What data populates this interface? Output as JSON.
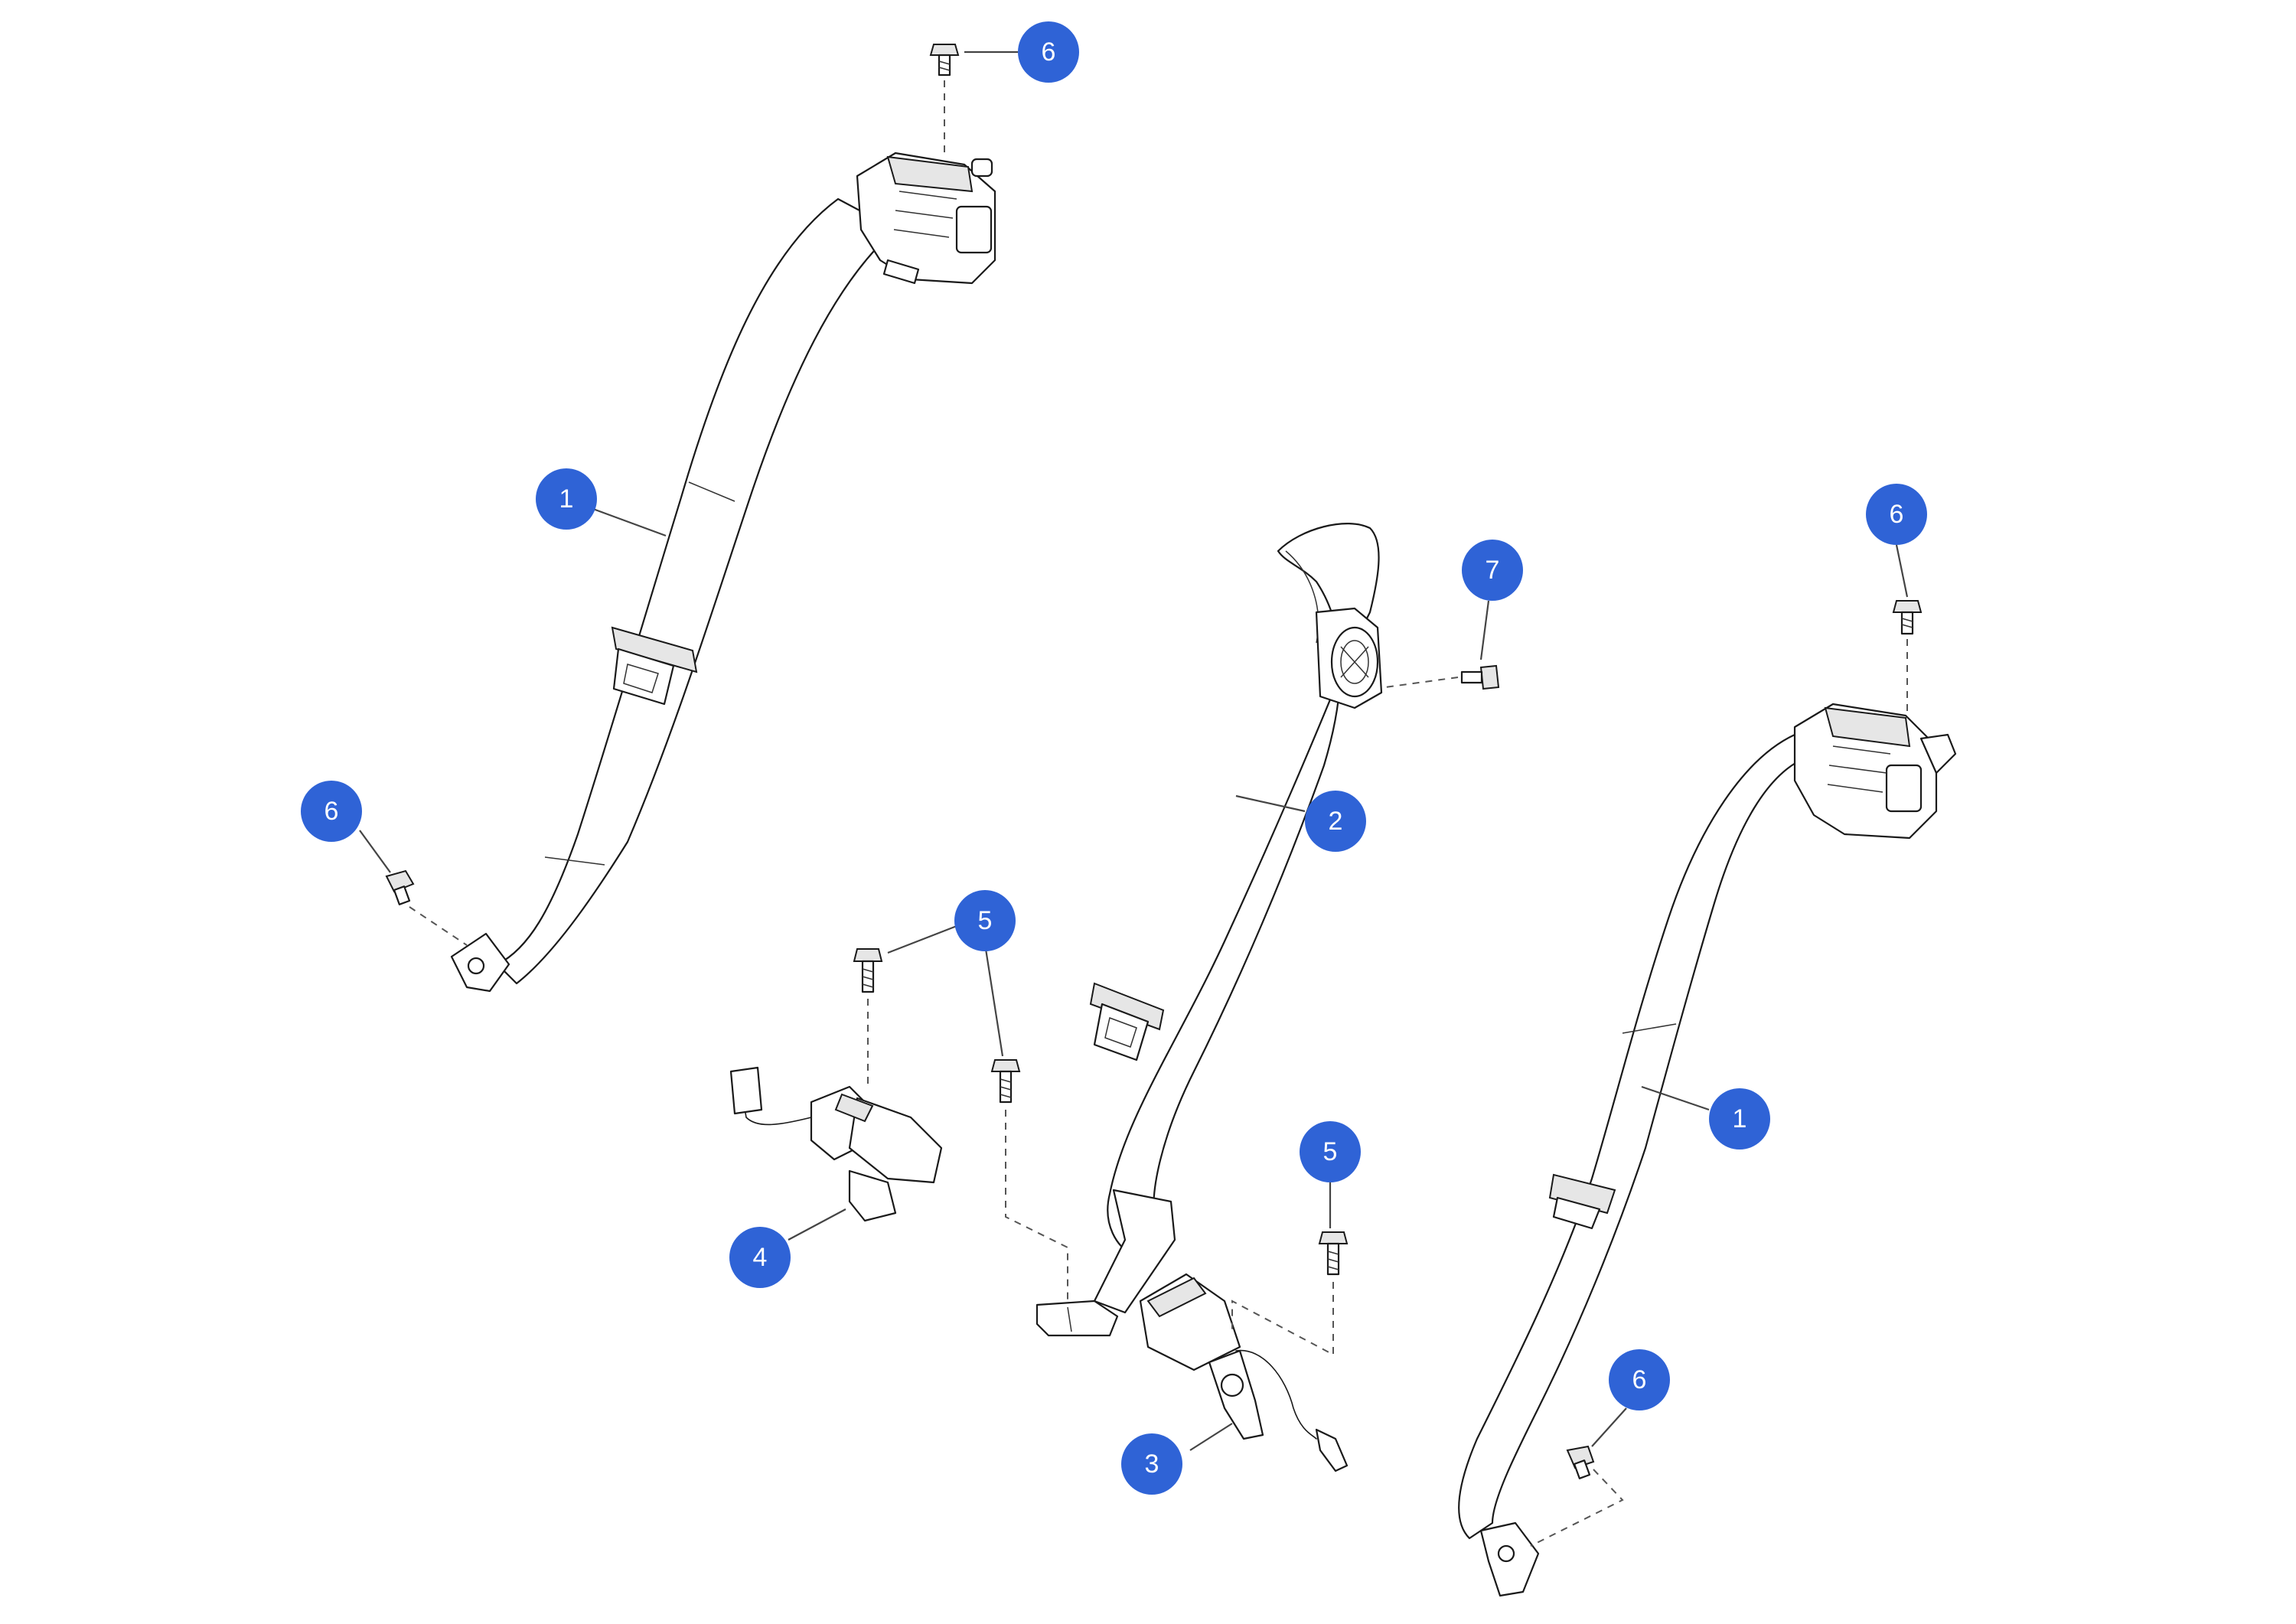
{
  "diagram": {
    "callout_color": "#2f63d6",
    "callouts": [
      {
        "id": "c1",
        "label": "6"
      },
      {
        "id": "c2",
        "label": "1"
      },
      {
        "id": "c3",
        "label": "6"
      },
      {
        "id": "c4",
        "label": "7"
      },
      {
        "id": "c5",
        "label": "6"
      },
      {
        "id": "c6",
        "label": "2"
      },
      {
        "id": "c7",
        "label": "5"
      },
      {
        "id": "c8",
        "label": "1"
      },
      {
        "id": "c9",
        "label": "5"
      },
      {
        "id": "c10",
        "label": "4"
      },
      {
        "id": "c11",
        "label": "6"
      },
      {
        "id": "c12",
        "label": "3"
      }
    ]
  }
}
